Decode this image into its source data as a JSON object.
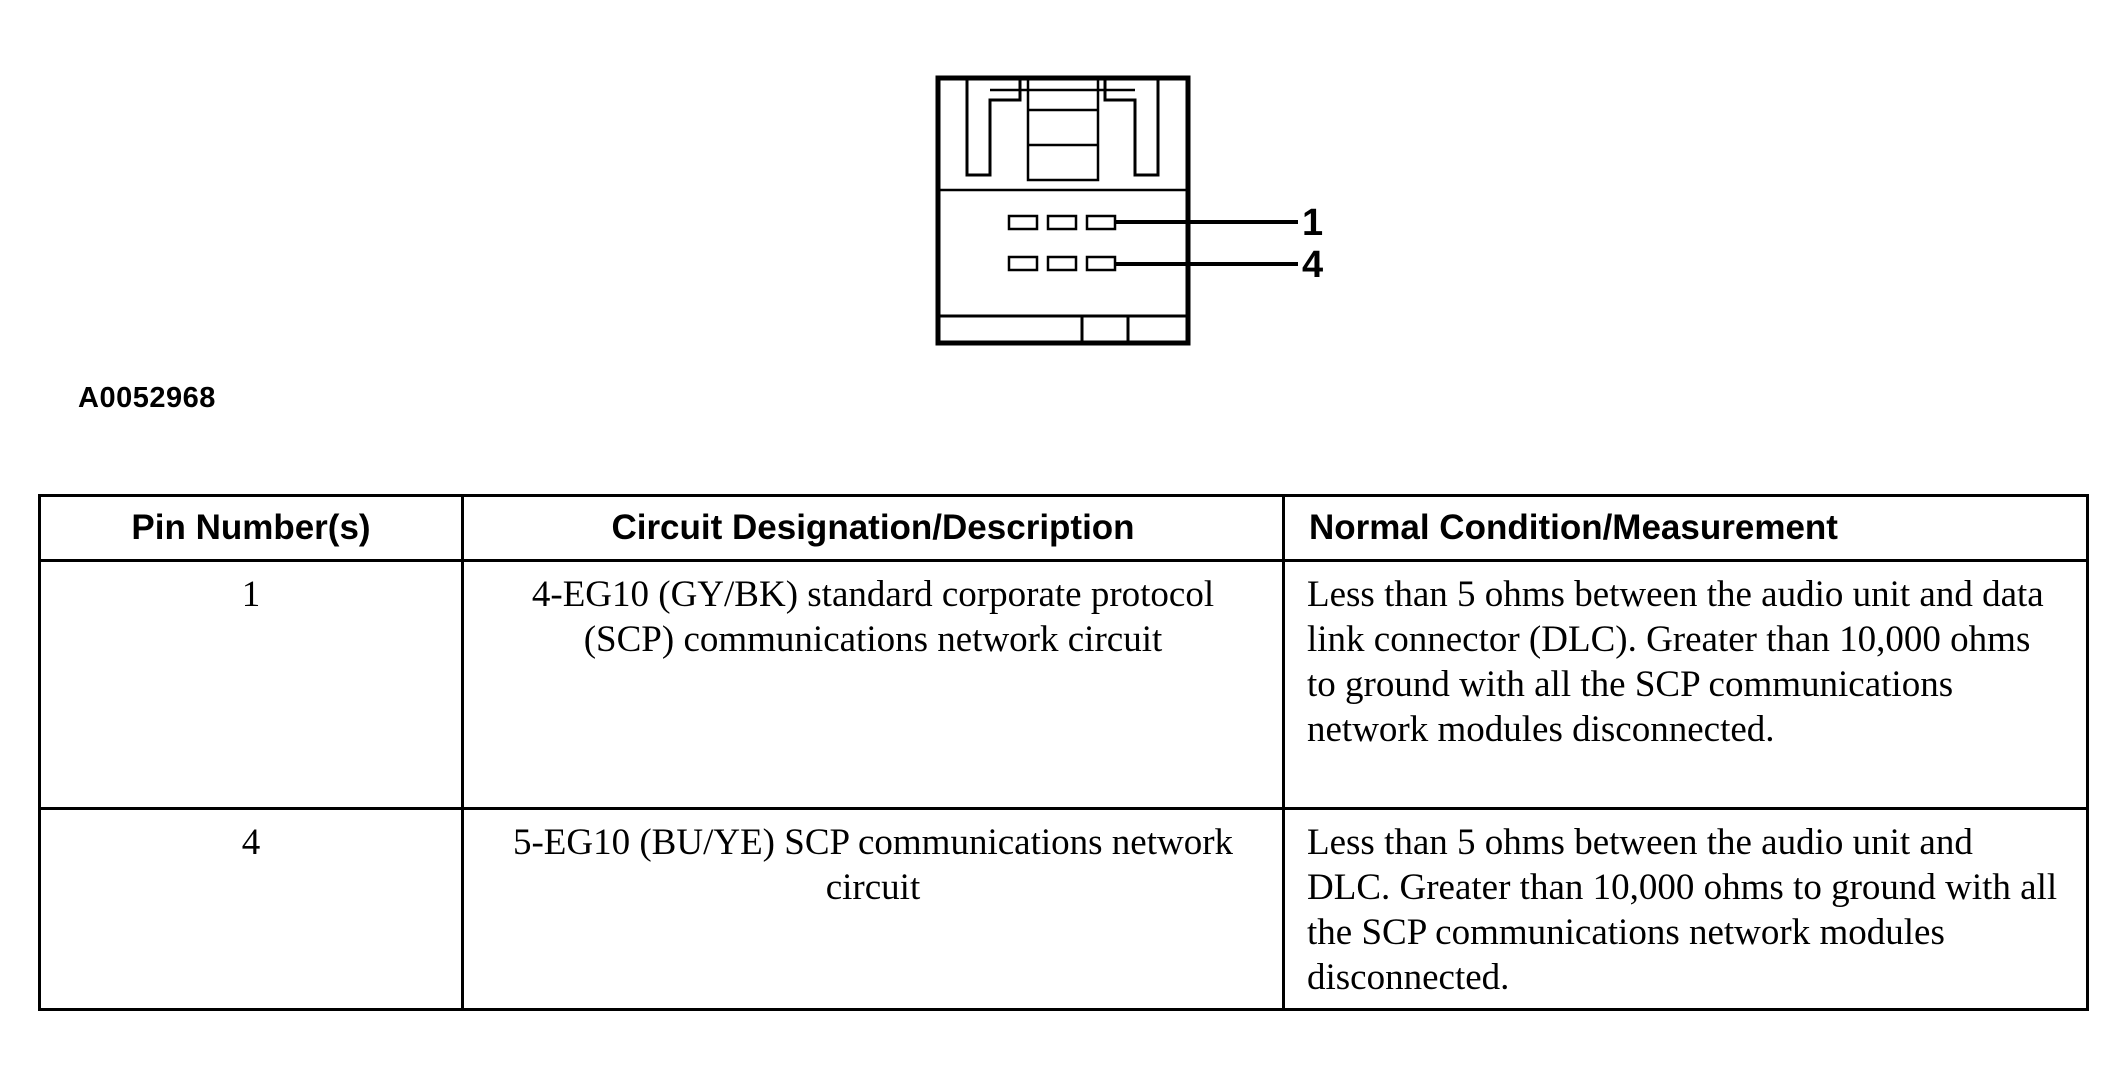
{
  "figure": {
    "id": "A0052968",
    "pin_callouts": [
      "1",
      "4"
    ]
  },
  "table": {
    "headers": [
      "Pin Number(s)",
      "Circuit Designation/Description",
      "Normal Condition/Measurement"
    ],
    "rows": [
      {
        "pin": "1",
        "circuit": "4-EG10 (GY/BK) standard corporate protocol (SCP) communications network circuit",
        "condition": "Less than 5 ohms between the audio unit and data link connector (DLC). Greater than 10,000 ohms to ground with all the SCP communications network modules disconnected."
      },
      {
        "pin": "4",
        "circuit": "5-EG10 (BU/YE) SCP communications network circuit",
        "condition": "Less than 5 ohms between the audio unit and DLC. Greater than 10,000 ohms to ground with all the SCP communications network modules disconnected."
      }
    ]
  }
}
